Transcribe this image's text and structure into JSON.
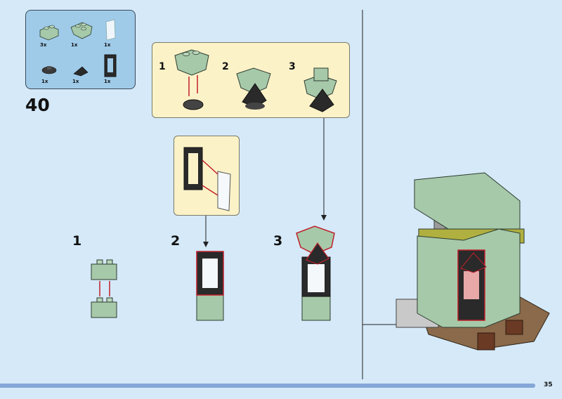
{
  "page": {
    "number": "35",
    "step_number": "40"
  },
  "parts_list": {
    "items": [
      {
        "name": "sand-green-brick-1x2",
        "qty": "3x"
      },
      {
        "name": "sand-green-slope-inverted",
        "qty": "1x"
      },
      {
        "name": "transparent-glass-panel",
        "qty": "1x"
      },
      {
        "name": "dark-round-plate",
        "qty": "1x"
      },
      {
        "name": "black-cone-roof",
        "qty": "1x"
      },
      {
        "name": "black-window-frame",
        "qty": "1x"
      }
    ]
  },
  "subassembly_top": {
    "steps": [
      "1",
      "2",
      "3"
    ]
  },
  "main_steps": [
    "1",
    "2",
    "3"
  ],
  "colors": {
    "background": "#d5e9f8",
    "sand_green": "#a6c9a9",
    "callout": "#fcf2c8",
    "progress": "#86a6d8",
    "highlight": "#c0202a"
  }
}
